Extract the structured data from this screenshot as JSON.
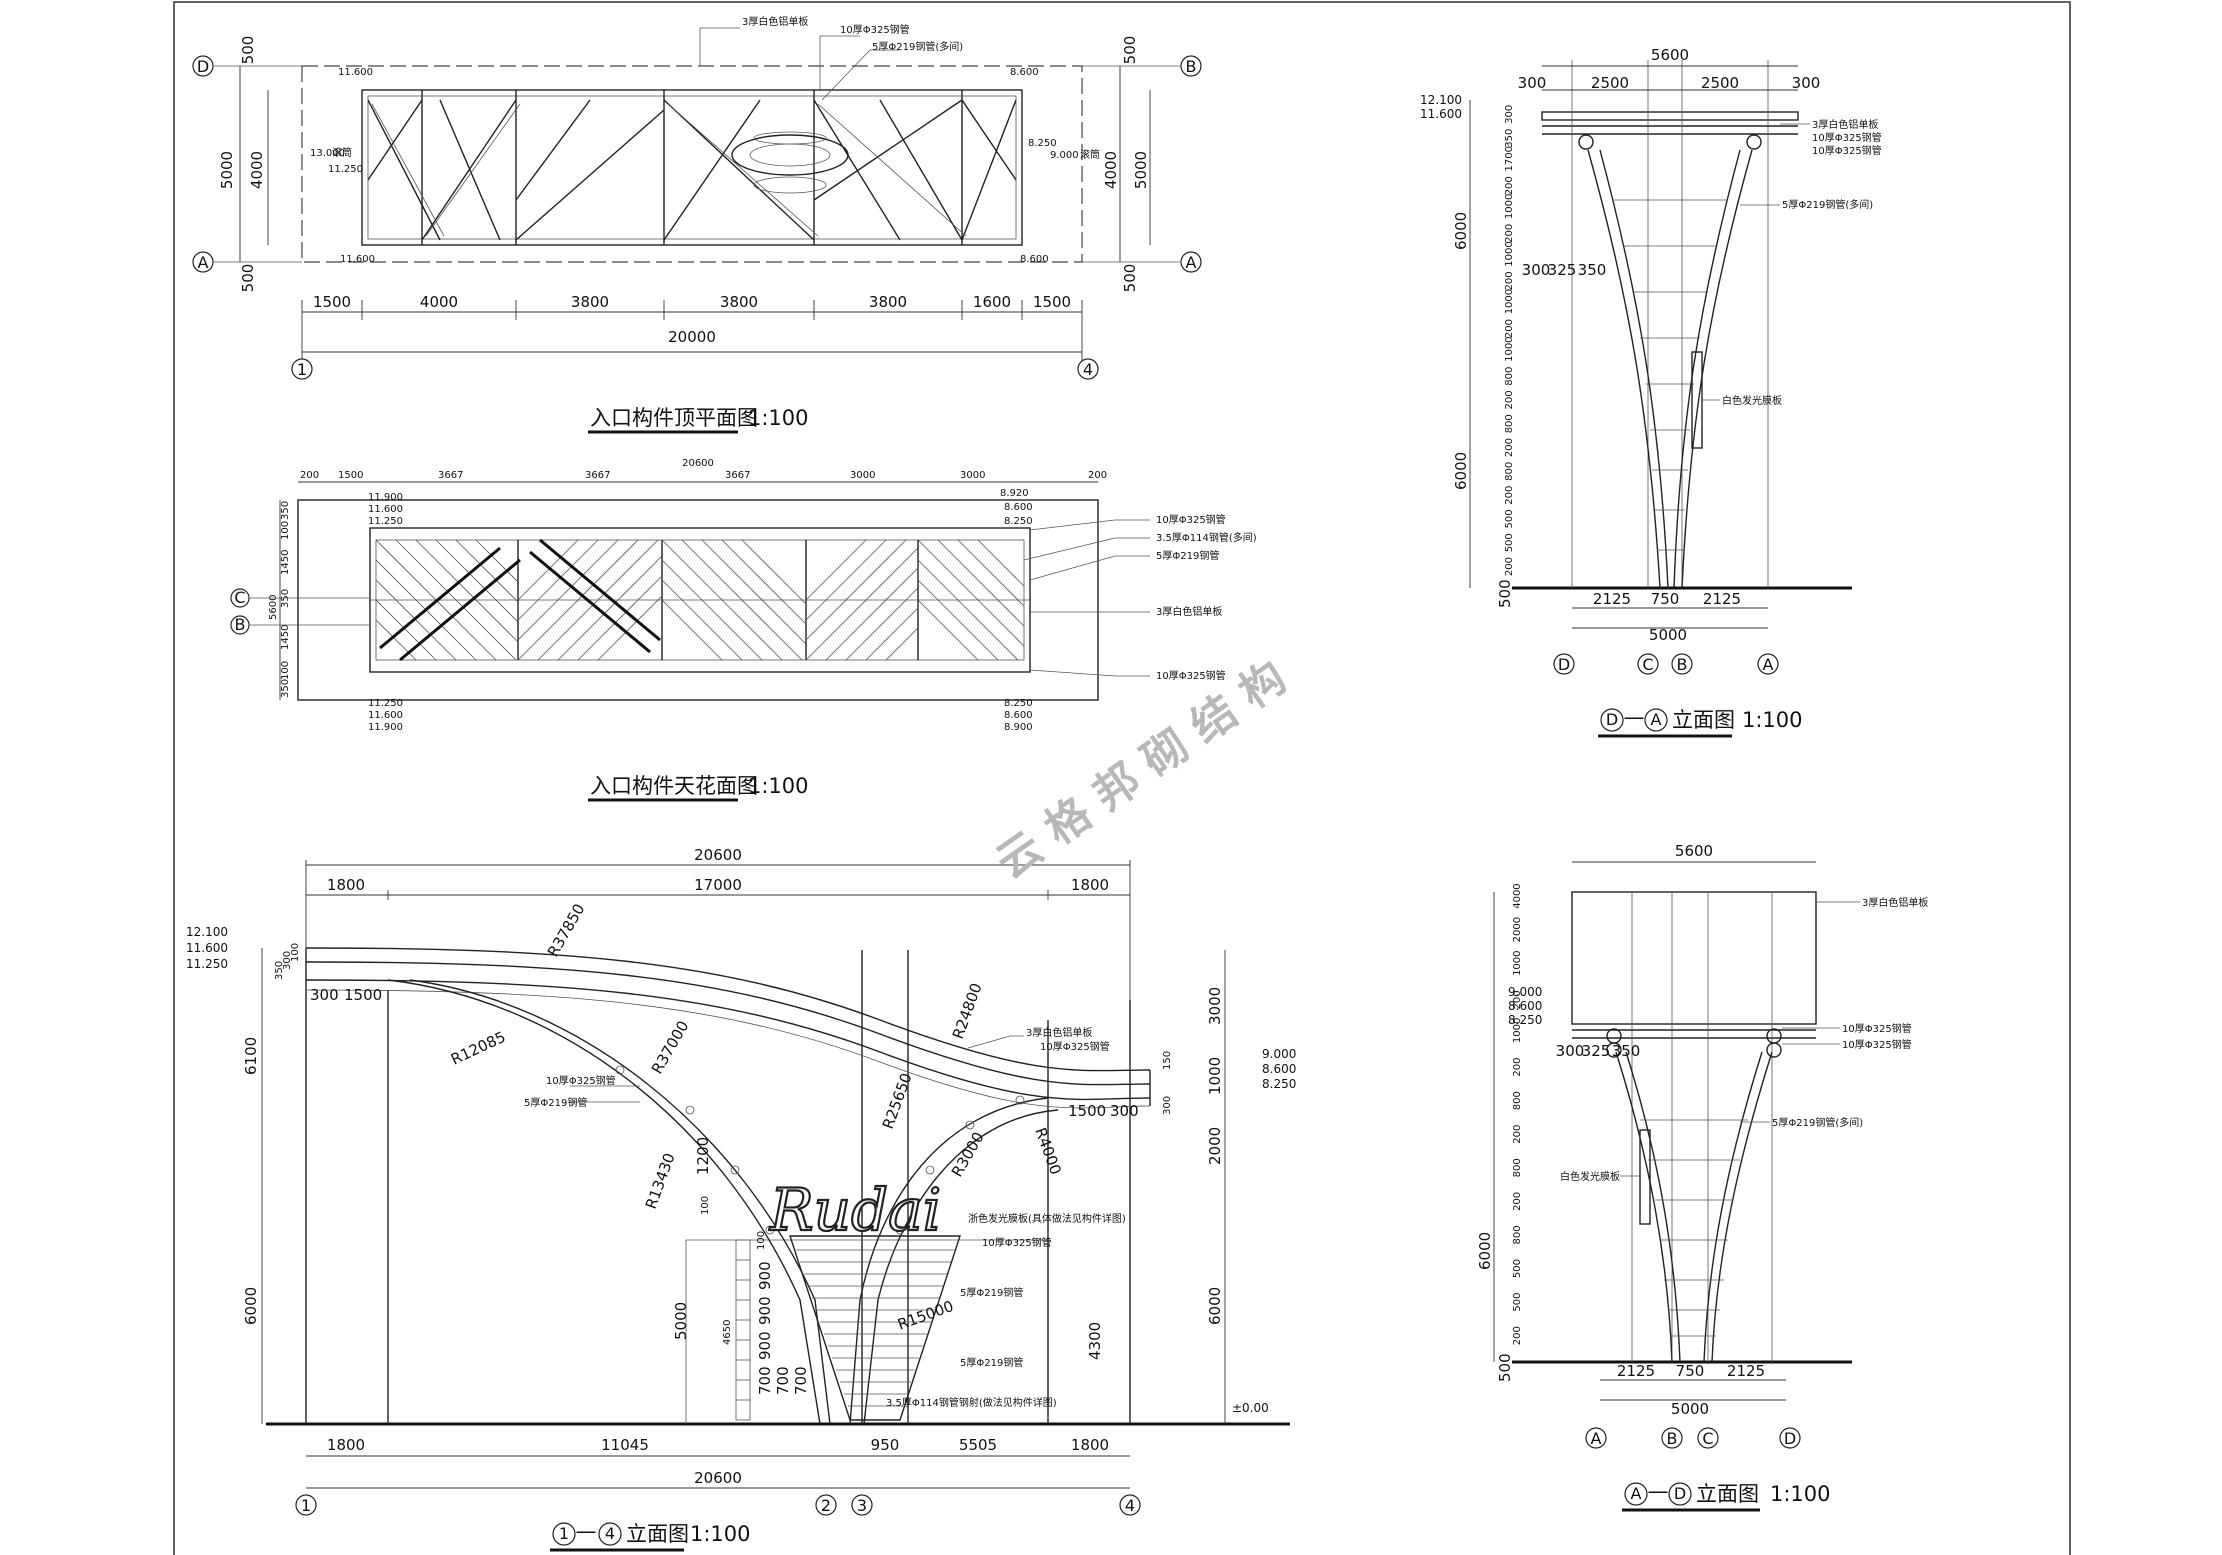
{
  "views": {
    "plan": {
      "title": "入口构件顶平面图",
      "scale": "1:100",
      "dims_bottom": [
        "1500",
        "4000",
        "3800",
        "3800",
        "3800",
        "1600",
        "1500"
      ],
      "total": "20000",
      "dims_left": [
        "500",
        "4000",
        "500"
      ],
      "dims_left_total": "5000",
      "dims_right": [
        "500",
        "4000",
        "500"
      ],
      "dims_right_total": "5000",
      "axes": {
        "d": "D",
        "a": "A",
        "b": "B",
        "a2": "A",
        "g1": "1",
        "g4": "4"
      },
      "levels_left": [
        "11.600",
        "13.000",
        "11.250",
        "11.600"
      ],
      "levels_right": [
        "8.600",
        "8.250",
        "9.000",
        "8.600"
      ],
      "small_labels": [
        "滚筒",
        "滚筒"
      ],
      "notes": [
        "3厚白色铝单板",
        "10厚Φ325钢管",
        "5厚Φ219钢管(多间)"
      ]
    },
    "ceiling": {
      "title": "入口构件天花面图",
      "scale": "1:100",
      "dims_top": [
        "200",
        "1500",
        "3667",
        "3667",
        "3667",
        "3000",
        "3000",
        "200"
      ],
      "total": "20600",
      "dims_left": [
        "350",
        "100",
        "1450",
        "350",
        "1450",
        "100",
        "350"
      ],
      "dims_left_total": "5600",
      "axes": {
        "c": "C",
        "b": "B"
      },
      "levels_left": [
        "11.900",
        "11.600",
        "11.250",
        "11.250",
        "11.600",
        "11.900"
      ],
      "levels_right": [
        "8.920",
        "8.600",
        "8.250",
        "8.250",
        "8.600",
        "8.900"
      ],
      "notes": [
        "10厚Φ325钢管",
        "3.5厚Φ114钢管(多间)",
        "5厚Φ219钢管",
        "3厚白色铝单板",
        "10厚Φ325钢管"
      ]
    },
    "side_top": {
      "title_axes": [
        "D",
        "A"
      ],
      "title_mid": "—",
      "title_text": "立面图",
      "scale": "1:100",
      "dims_top": [
        "300",
        "2500",
        "2500",
        "300"
      ],
      "total_top": "5600",
      "dims_bottom": [
        "2125",
        "750",
        "2125"
      ],
      "total_bottom": "5000",
      "axes": [
        "D",
        "C",
        "B",
        "A"
      ],
      "levels": [
        "12.100",
        "11.600"
      ],
      "dims_left": [
        "300",
        "350",
        "1700",
        "200",
        "1000",
        "200",
        "1000",
        "200",
        "1000",
        "200",
        "1000",
        "800",
        "200",
        "800",
        "200",
        "800",
        "200",
        "500",
        "500",
        "200"
      ],
      "dims_left_total": [
        "6000",
        "6000"
      ],
      "dims_mid": [
        "300",
        "325",
        "350"
      ],
      "bottom_dim": "500",
      "notes": [
        "3厚白色铝单板",
        "10厚Φ325钢管",
        "10厚Φ325钢管",
        "5厚Φ219钢管(多间)",
        "白色发光膜板"
      ]
    },
    "side_bottom": {
      "title_axes": [
        "A",
        "D"
      ],
      "title_mid": "—",
      "title_text": "立面图",
      "scale": "1:100",
      "total_top": "5600",
      "dims_bottom": [
        "2125",
        "750",
        "2125"
      ],
      "total_bottom": "5000",
      "axes": [
        "A",
        "B",
        "C",
        "D"
      ],
      "levels": [
        "9.000",
        "8.600",
        "8.250"
      ],
      "dims_left": [
        "4000",
        "2000",
        "1000",
        "200",
        "1000",
        "200",
        "800",
        "200",
        "800",
        "200",
        "800",
        "500",
        "500",
        "200"
      ],
      "dims_left_total": [
        "6000"
      ],
      "dims_mid": [
        "300",
        "325",
        "350"
      ],
      "bottom_dim": "500",
      "notes": [
        "3厚白色铝单板",
        "10厚Φ325钢管",
        "10厚Φ325钢管",
        "5厚Φ219钢管(多间)",
        "白色发光膜板"
      ]
    },
    "front": {
      "title_axes": [
        "1",
        "4"
      ],
      "title_mid": "—",
      "title_text": "立面图",
      "scale": "1:100",
      "dims_top": [
        "1800",
        "17000",
        "1800"
      ],
      "total_top": "20600",
      "dims_bottom": [
        "1800",
        "11045",
        "950",
        "5505",
        "1800"
      ],
      "total_bottom": "20600",
      "axes": [
        "1",
        "2",
        "3",
        "4"
      ],
      "levels_left": [
        "12.100",
        "11.600",
        "11.250"
      ],
      "levels_right": [
        "9.000",
        "8.600",
        "8.250"
      ],
      "ground": "±0.00",
      "dims_left": [
        "350",
        "300",
        "100",
        "6100",
        "6000"
      ],
      "dims_left2": [
        "300",
        "1500"
      ],
      "dims_right": [
        "3000",
        "150",
        "1000",
        "300",
        "2000",
        "6000"
      ],
      "dims_right2": [
        "1500",
        "300"
      ],
      "dims_inner": [
        "5000",
        "4300",
        "4650"
      ],
      "dims_stack": [
        "1200",
        "100",
        "100",
        "900",
        "900",
        "900",
        "700",
        "700",
        "700"
      ],
      "radii": [
        "R37850",
        "R12085",
        "R37000",
        "R24800",
        "R25650",
        "R4000",
        "R3000",
        "R13430",
        "R15000"
      ],
      "logo": "Rudai",
      "notes": [
        "3厚白色铝单板",
        "10厚Φ325钢管",
        "10厚Φ325钢管",
        "5厚Φ219钢管",
        "浙色发光膜板(具体做法见构件详图)",
        "10厚Φ325钢管",
        "5厚Φ219钢管",
        "5厚Φ219钢管",
        "3.5厚Φ114钢管钢射(做法见构件详图)"
      ]
    }
  },
  "watermark": "云 格 邦 砌 结 构",
  "colors": {
    "line": "#222222",
    "bg": "#ffffff",
    "watermark": "#b8b8b8"
  }
}
